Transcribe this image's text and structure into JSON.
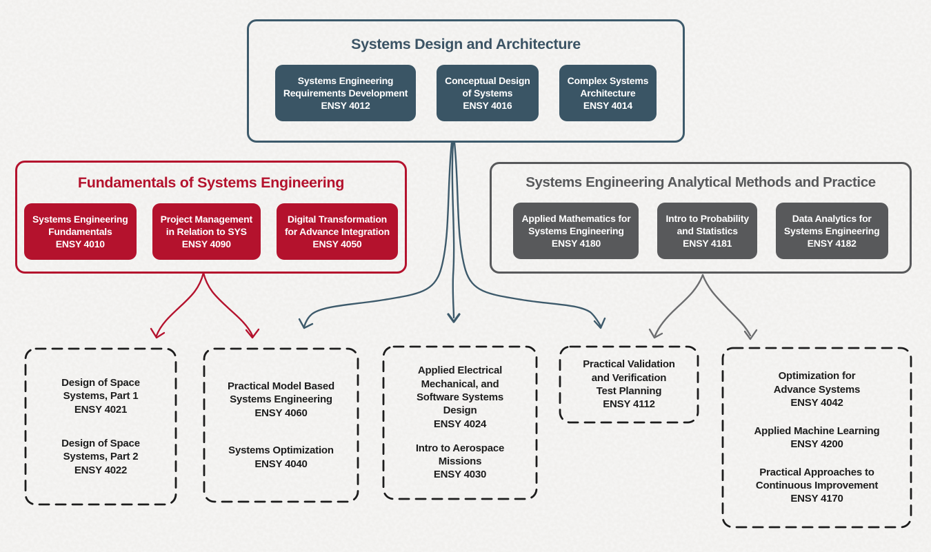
{
  "colors": {
    "background": "#f1f0ee",
    "slate_card": "#3a5565",
    "slate_border": "#3d5a6b",
    "slate_title": "#3b5364",
    "crimson": "#b4122d",
    "gray_card": "#58595b",
    "gray_border": "#57585a",
    "gray_arrow": "#6b6c6e",
    "dashed_border": "#1c1c1c",
    "elective_text": "#1d1d1d",
    "card_text": "#ffffff"
  },
  "groups": {
    "design": {
      "title": "Systems Design and Architecture",
      "courses": [
        {
          "name": "Systems Engineering\nRequirements Development",
          "code": "ENSY 4012"
        },
        {
          "name": "Conceptual Design\nof Systems",
          "code": "ENSY 4016"
        },
        {
          "name": "Complex Systems\nArchitecture",
          "code": "ENSY 4014"
        }
      ]
    },
    "fundamentals": {
      "title": "Fundamentals of Systems Engineering",
      "courses": [
        {
          "name": "Systems Engineering\nFundamentals",
          "code": "ENSY 4010"
        },
        {
          "name": "Project Management\nin Relation to SYS",
          "code": "ENSY 4090"
        },
        {
          "name": "Digital Transformation\nfor Advance Integration",
          "code": "ENSY 4050"
        }
      ]
    },
    "analytical": {
      "title": "Systems Engineering Analytical Methods and Practice",
      "courses": [
        {
          "name": "Applied Mathematics for\nSystems Engineering",
          "code": "ENSY 4180"
        },
        {
          "name": "Intro to Probability\nand Statistics",
          "code": "ENSY 4181"
        },
        {
          "name": "Data Analytics for\nSystems Engineering",
          "code": "ENSY 4182"
        }
      ]
    }
  },
  "electives": [
    {
      "courses": [
        {
          "name": "Design of Space\nSystems, Part 1",
          "code": "ENSY 4021"
        },
        {
          "name": "Design of Space\nSystems, Part 2",
          "code": "ENSY 4022"
        }
      ]
    },
    {
      "courses": [
        {
          "name": "Practical Model Based\nSystems Engineering",
          "code": "ENSY 4060"
        },
        {
          "name": "Systems Optimization",
          "code": "ENSY 4040"
        }
      ]
    },
    {
      "courses": [
        {
          "name": "Applied Electrical\nMechanical, and\nSoftware Systems\nDesign",
          "code": "ENSY 4024"
        },
        {
          "name": "Intro to Aerospace\nMissions",
          "code": "ENSY 4030"
        }
      ]
    },
    {
      "courses": [
        {
          "name": "Practical Validation\nand Verification\nTest Planning",
          "code": "ENSY 4112"
        }
      ]
    },
    {
      "courses": [
        {
          "name": "Optimization for\nAdvance Systems",
          "code": "ENSY 4042"
        },
        {
          "name": "Applied Machine Learning",
          "code": "ENSY 4200"
        },
        {
          "name": "Practical Approaches to\nContinuous Improvement",
          "code": "ENSY 4170"
        }
      ]
    }
  ]
}
